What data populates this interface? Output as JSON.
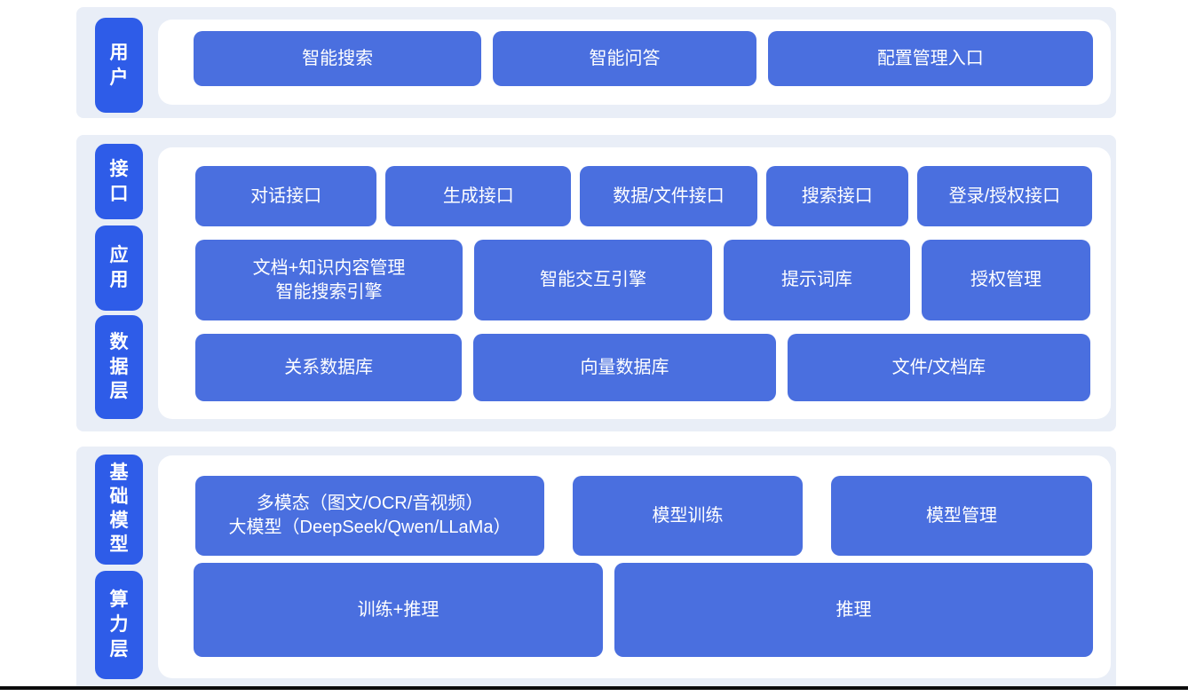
{
  "colors": {
    "band": "#e9eef7",
    "pill": "#2e5ce8",
    "node": "#4a6fdf",
    "node_text": "#ffffff",
    "page_bg": "#ffffff",
    "bottom_line": "#0c0c0c"
  },
  "sections": [
    {
      "name": "user-layer",
      "pills": [
        {
          "text": "用\n户"
        }
      ],
      "rows": [
        {
          "items": [
            {
              "label": "智能搜索"
            },
            {
              "label": "智能问答"
            },
            {
              "label": "配置管理入口"
            }
          ]
        }
      ]
    },
    {
      "name": "interface-application-data-layer",
      "pills": [
        {
          "text": "接\n口"
        },
        {
          "text": "应\n用"
        },
        {
          "text": "数\n据\n层"
        }
      ],
      "rows": [
        {
          "items": [
            {
              "label": "对话接口"
            },
            {
              "label": "生成接口"
            },
            {
              "label": "数据/文件接口"
            },
            {
              "label": "搜索接口"
            },
            {
              "label": "登录/授权接口"
            }
          ]
        },
        {
          "items": [
            {
              "label": "文档+知识内容管理\n智能搜索引擎"
            },
            {
              "label": "智能交互引擎"
            },
            {
              "label": "提示词库"
            },
            {
              "label": "授权管理"
            }
          ]
        },
        {
          "items": [
            {
              "label": "关系数据库"
            },
            {
              "label": "向量数据库"
            },
            {
              "label": "文件/文档库"
            }
          ]
        }
      ]
    },
    {
      "name": "foundation-model-compute-layer",
      "pills": [
        {
          "text": "基\n础\n模\n型"
        },
        {
          "text": "算\n力\n层"
        }
      ],
      "rows": [
        {
          "items": [
            {
              "label": "多模态（图文/OCR/音视频）\n大模型（DeepSeek/Qwen/LLaMa）"
            },
            {
              "label": "模型训练"
            },
            {
              "label": "模型管理"
            }
          ]
        },
        {
          "items": [
            {
              "label": "训练+推理"
            },
            {
              "label": "推理"
            }
          ]
        }
      ]
    }
  ]
}
